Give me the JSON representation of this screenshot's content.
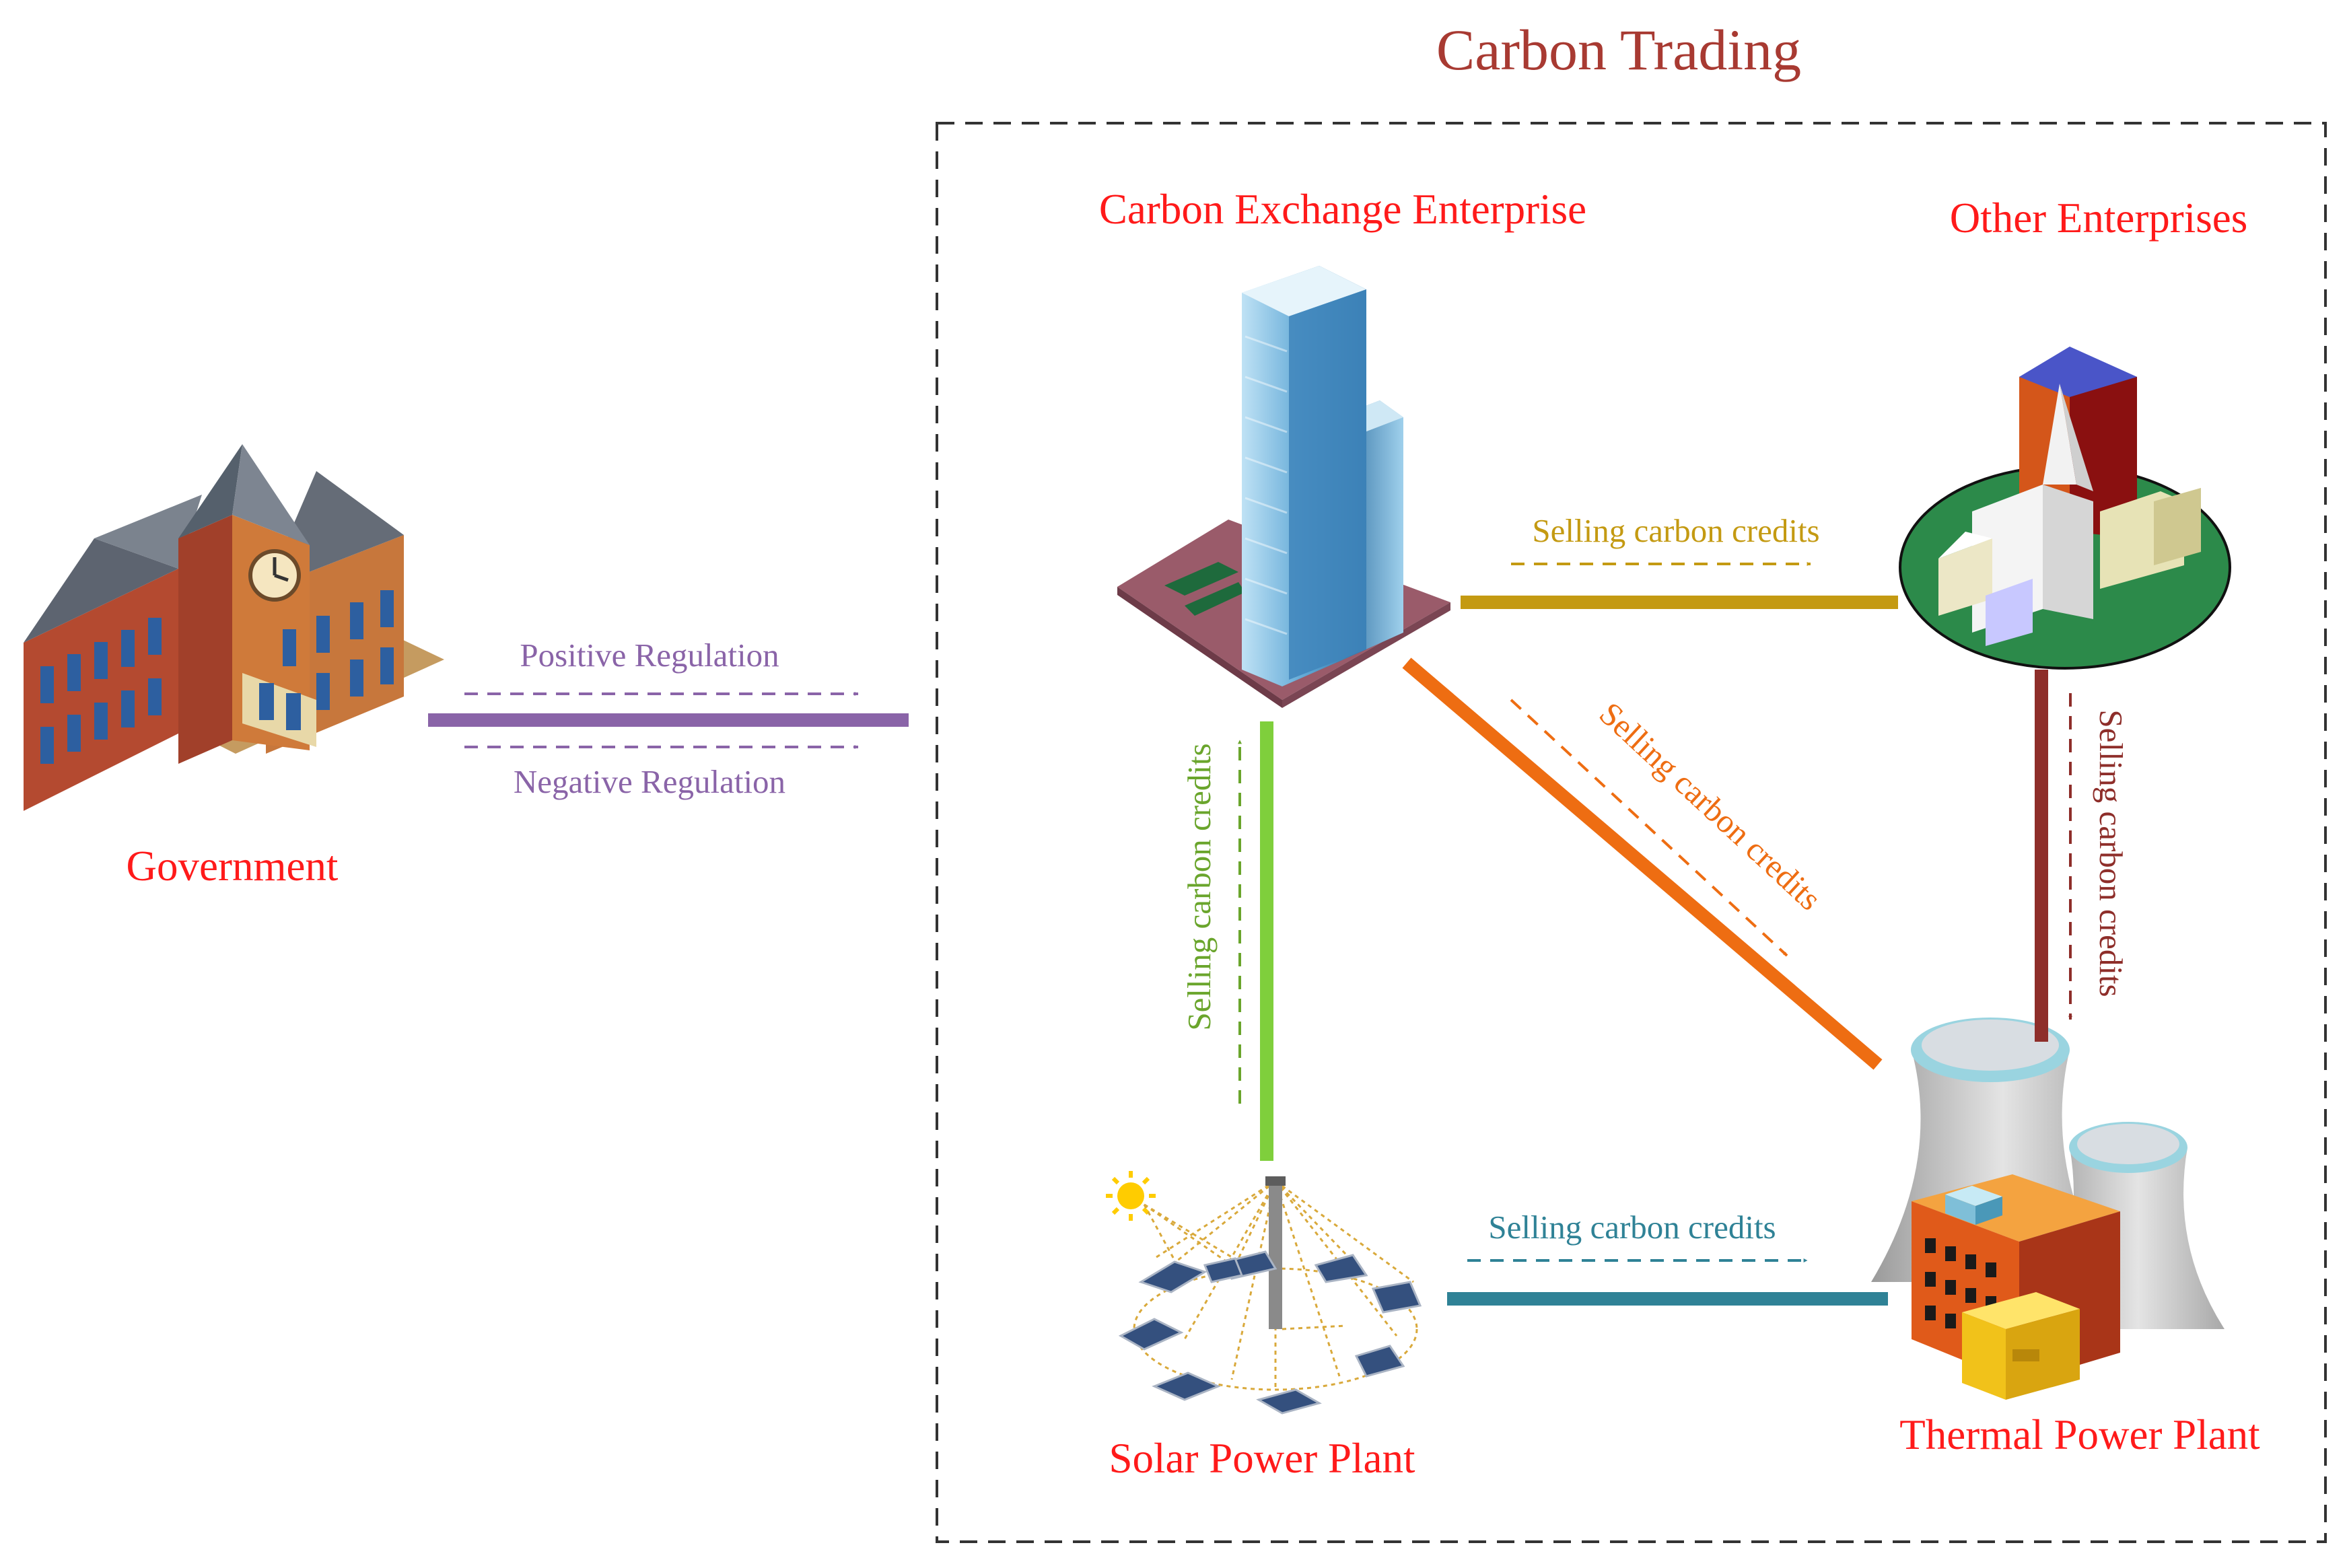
{
  "title": "Carbon Trading",
  "colors": {
    "title": "#a83a32",
    "node_label": "#ff1a1a",
    "regulation": "#8a64a8",
    "to_other": "#c49a12",
    "to_thermal": "#ee6d12",
    "other_to_thermal": "#8e2e2a",
    "solar_to_exchange": "#7fcf3c",
    "solar_to_thermal": "#2f8296"
  },
  "nodes": {
    "government": "Government",
    "exchange": "Carbon Exchange Enterprise",
    "other": "Other Enterprises",
    "solar": "Solar Power Plant",
    "thermal": "Thermal Power Plant"
  },
  "flows": {
    "positive_regulation": "Positive Regulation",
    "negative_regulation": "Negative Regulation",
    "exchange_to_other": "Selling carbon credits",
    "exchange_to_thermal": "Selling carbon credits",
    "other_to_thermal": "Selling carbon credits",
    "solar_to_exchange": "Selling carbon credits",
    "solar_to_thermal": "Selling carbon credits"
  }
}
